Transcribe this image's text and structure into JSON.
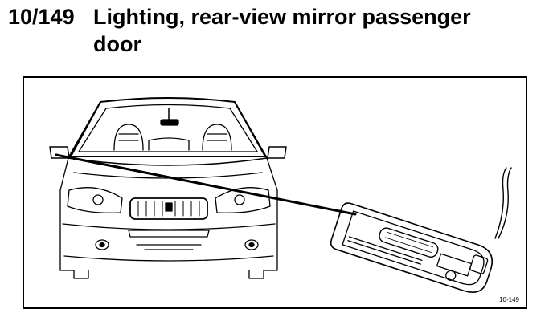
{
  "heading": {
    "number": "10/149",
    "title_line1": "Lighting, rear-view mirror passenger",
    "title_line2": "door"
  },
  "figure": {
    "id_label": "10-149",
    "icons": [
      "car-front-view-icon",
      "mirror-lamp-unit-icon"
    ]
  }
}
